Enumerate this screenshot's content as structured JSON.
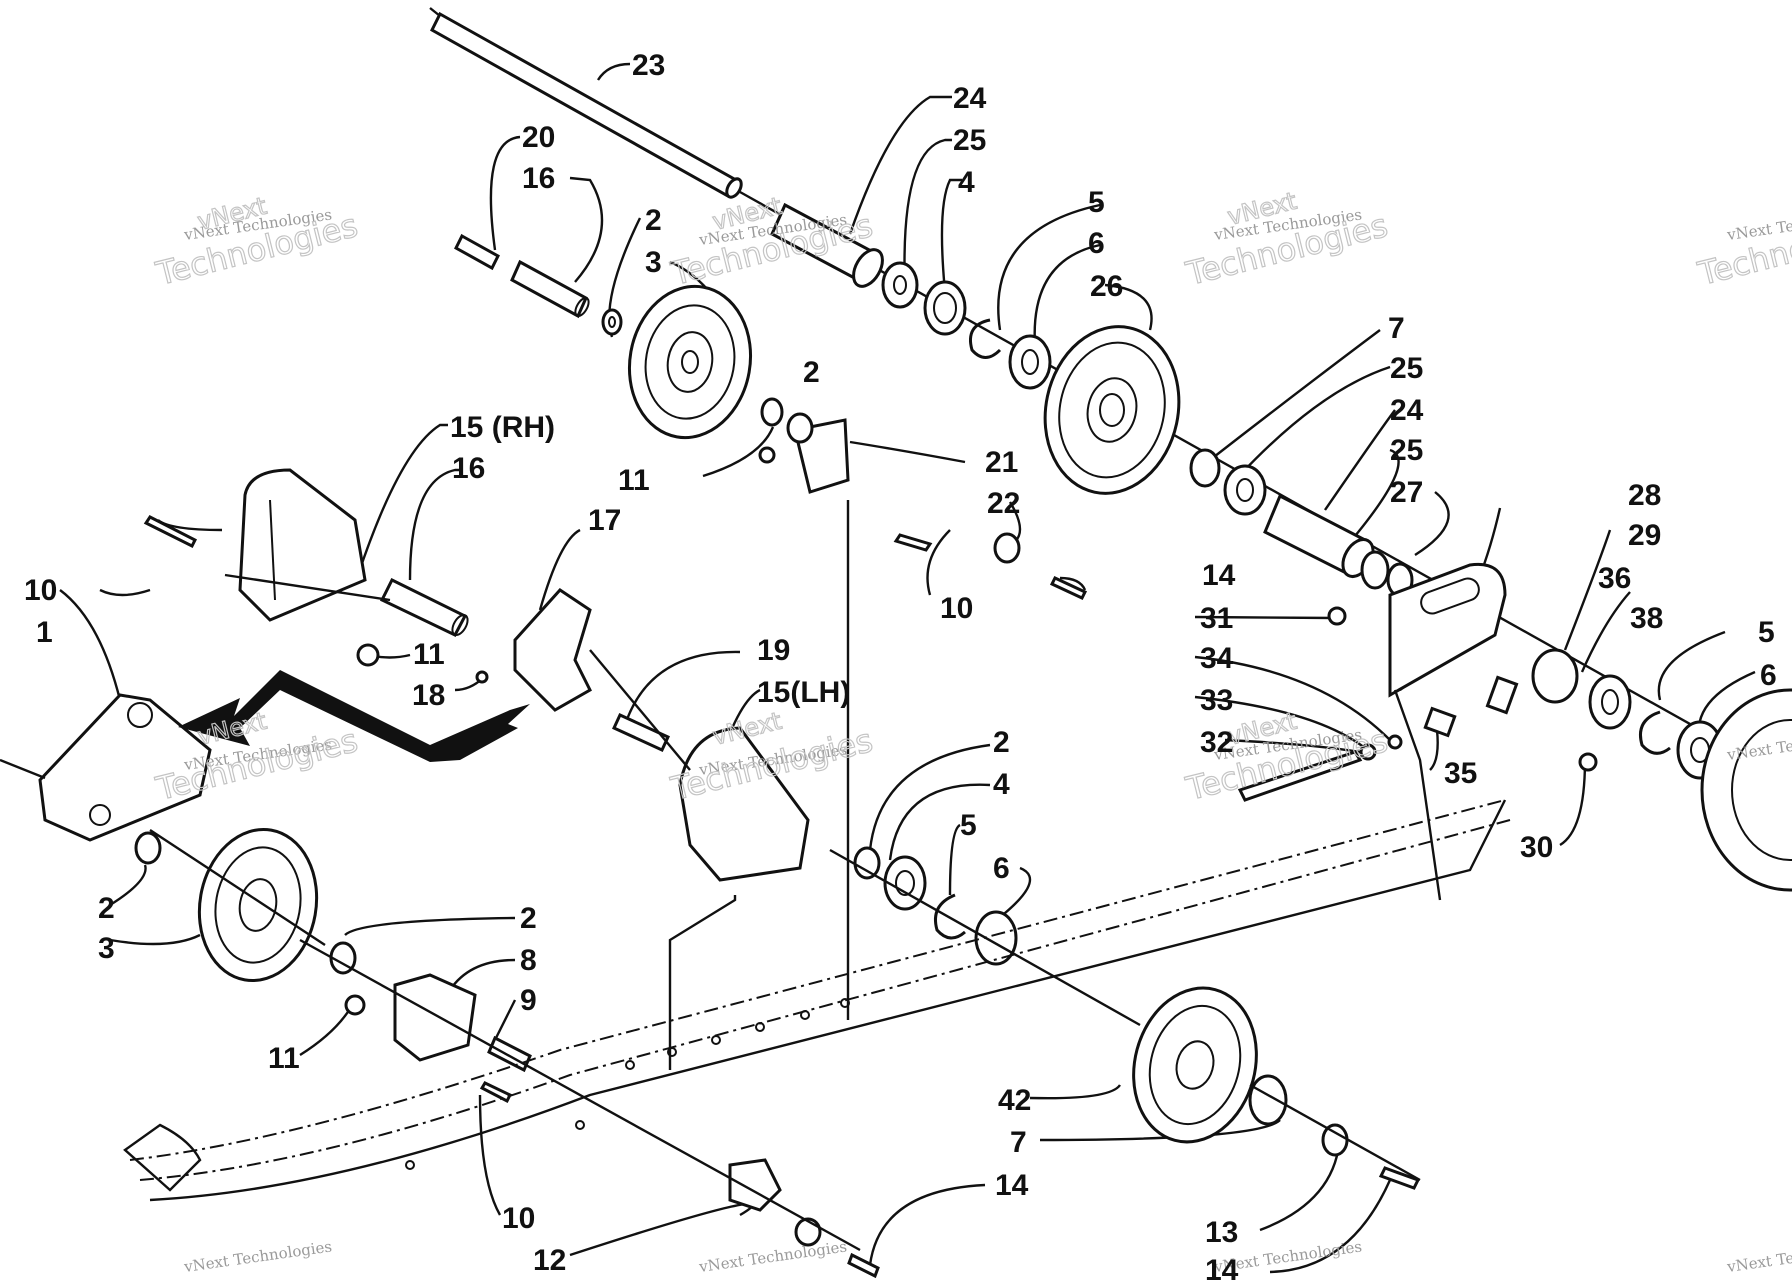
{
  "watermark": {
    "small": "vNext Technologies",
    "large": "Technologies",
    "top": "vNext"
  },
  "labels": [
    "23",
    "24",
    "25",
    "4",
    "5",
    "6",
    "20",
    "16",
    "2",
    "3",
    "26",
    "7",
    "2",
    "25",
    "24",
    "25",
    "27",
    "15 (RH)",
    "16",
    "11",
    "21",
    "22",
    "14",
    "28",
    "29",
    "36",
    "38",
    "5",
    "6",
    "31",
    "34",
    "33",
    "32",
    "35",
    "30",
    "17",
    "10",
    "10",
    "1",
    "11",
    "18",
    "19",
    "15(LH)",
    "2",
    "4",
    "5",
    "6",
    "2",
    "3",
    "2",
    "8",
    "9",
    "11",
    "10",
    "42",
    "7",
    "12",
    "14",
    "13",
    "14"
  ],
  "colors": {
    "line": "#111111",
    "background": "#ffffff",
    "watermark": "#9a9a9a"
  }
}
